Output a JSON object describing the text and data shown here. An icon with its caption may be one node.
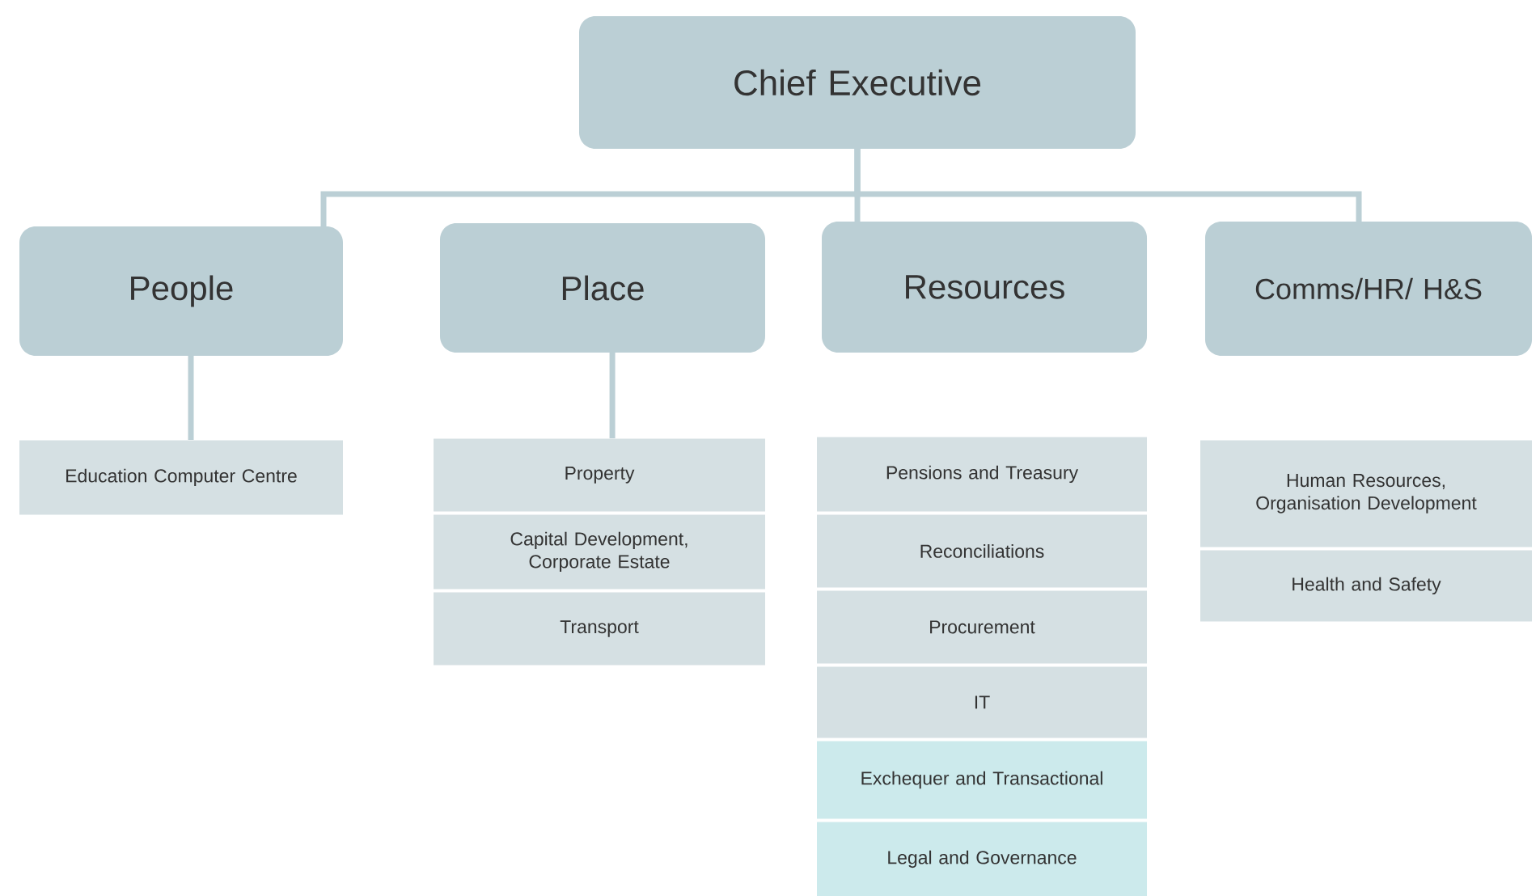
{
  "diagram": {
    "nodes": [
      {
        "text": [
          "Chief Executive"
        ]
      },
      {
        "text": [
          "People"
        ]
      },
      {
        "text": [
          "Place"
        ]
      },
      {
        "text": [
          "Resources"
        ]
      },
      {
        "text": [
          "Comms/HR/ H&S"
        ]
      },
      {
        "text": [
          "Education Computer Centre"
        ]
      },
      {
        "text": [
          "Property"
        ]
      },
      {
        "text": [
          "Capital Development, Corporate Estate"
        ]
      },
      {
        "text": [
          "Transport"
        ]
      },
      {
        "text": [
          "Pensions and Treasury"
        ]
      },
      {
        "text": [
          "Reconciliations"
        ]
      },
      {
        "text": [
          "Procurement"
        ]
      },
      {
        "text": [
          "IT"
        ]
      },
      {
        "text": [
          "Exchequer and Transactional"
        ]
      },
      {
        "text": [
          "Legal and Governance"
        ]
      },
      {
        "text": [
          "Human Resources, Organisation Development"
        ]
      },
      {
        "text": [
          "Health and Safety"
        ]
      }
    ],
    "edges": [
      {
        "from": 0,
        "to": 1,
        "arrow": "none"
      },
      {
        "from": 0,
        "to": 3,
        "arrow": "none"
      },
      {
        "from": 0,
        "to": 4,
        "arrow": "none"
      },
      {
        "from": 1,
        "to": 5,
        "arrow": "none"
      },
      {
        "from": 2,
        "to": 6,
        "arrow": "none"
      }
    ]
  }
}
